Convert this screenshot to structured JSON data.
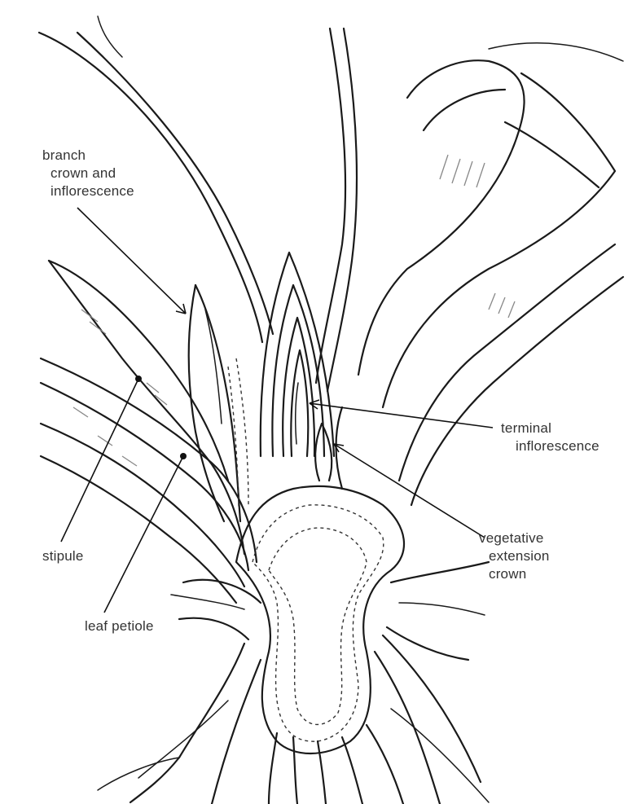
{
  "labels": {
    "branch_crown": [
      "branch",
      "crown and",
      "inflorescence"
    ],
    "terminal_inflorescence": [
      "terminal",
      "inflorescence"
    ],
    "vegetative_extension_crown": [
      "vegetative",
      "extension",
      "crown"
    ],
    "stipule": "stipule",
    "leaf_petiole": "leaf petiole"
  }
}
